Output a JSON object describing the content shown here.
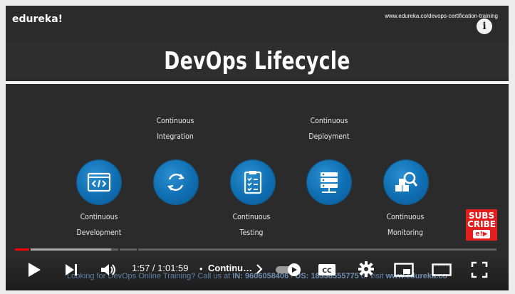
{
  "video": {
    "brand": "edureka!",
    "site_url": "www.edureka.co/devops-certification-training",
    "title": "DevOps Lifecycle",
    "stages_top": [
      {
        "line1": "Continuous",
        "line2": "Integration"
      },
      {
        "line1": "Continuous",
        "line2": "Deployment"
      }
    ],
    "stages_bottom": [
      {
        "line1": "Continuous",
        "line2": "Development"
      },
      {
        "line1": "Continuous",
        "line2": "Testing"
      },
      {
        "line1": "Continuous",
        "line2": "Monitoring"
      }
    ],
    "stage_icons": [
      "code-window-icon",
      "cycle-arrows-icon",
      "checklist-icon",
      "server-stack-icon",
      "monitoring-magnifier-icon"
    ],
    "subscribe": {
      "line1": "SUBS",
      "line2": "CRIBE",
      "logo": "e!▶"
    },
    "ticker": {
      "prefix": "Looking for DevOps Online Training? Call us at",
      "in_label": "IN:",
      "in_phone": "9606058406",
      "us_label": "US:",
      "us_phone": "18338555775",
      "mid": "or visit",
      "site": "www.edureka.co"
    },
    "accent_color": "#0f6eb2"
  },
  "player": {
    "time": "1:57 / 1:01:59",
    "separator": "•",
    "chapter": "Continu…",
    "progress": {
      "played_fraction": 0.031,
      "buffered_fraction": 0.2
    },
    "icons": [
      "play-icon",
      "next-icon",
      "volume-icon",
      "autoplay-toggle",
      "captions-icon",
      "settings-icon",
      "miniplayer-icon",
      "theater-icon",
      "fullscreen-icon"
    ],
    "captions_label": "CC",
    "autoplay_on": true
  }
}
